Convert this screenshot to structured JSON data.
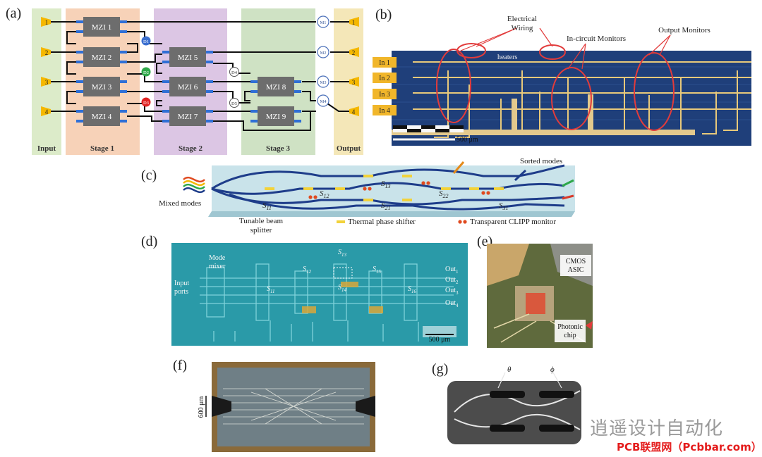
{
  "panels": {
    "a": {
      "label": "(a)",
      "columns": [
        "Input",
        "Stage 1",
        "Stage 2",
        "Stage 3",
        "Output"
      ],
      "inputs": [
        "1",
        "2",
        "3",
        "4"
      ],
      "outputs": [
        "1",
        "2",
        "3",
        "4"
      ],
      "mzis": [
        "MZI 1",
        "MZI 2",
        "MZI 3",
        "MZI 4",
        "MZI 5",
        "MZI 6",
        "MZI 7",
        "MZI 8",
        "MZI 9"
      ],
      "detectors": [
        "D1",
        "D2",
        "D3",
        "D4",
        "D5"
      ],
      "monitors": [
        "M1",
        "M2",
        "M3",
        "M4"
      ],
      "colors": {
        "input_bg": "#dcebc9",
        "stage1_bg": "#f7d2b8",
        "stage2_bg": "#dcc6e4",
        "stage3_bg": "#cfe2c4",
        "output_bg": "#f4e7b8",
        "mzi": "#6d6d6d",
        "arrow": "#f5b800",
        "d1": "#3a6fd0",
        "d2": "#2ea84a",
        "d3": "#e02424"
      }
    },
    "b": {
      "label": "(b)",
      "inputs": [
        "In 1",
        "In 2",
        "In 3",
        "In 4"
      ],
      "annotations": [
        "Electrical",
        "Wiring",
        "heaters",
        "In-circuit Monitors",
        "Output Monitors"
      ],
      "scale": "500 μm",
      "colors": {
        "chip": "#1f3f7a",
        "input_tab": "#f1b62a",
        "circle": "#e23b3b"
      }
    },
    "c": {
      "label": "(c)",
      "mixed": "Mixed modes",
      "sorted": "Sorted modes",
      "splitter": [
        "Tunable beam",
        "splitter"
      ],
      "legend_phase": "Thermal phase shifter",
      "legend_monitor": "Transparent CLIPP monitor",
      "s_labels": [
        {
          "t": "S",
          "s": "11"
        },
        {
          "t": "S",
          "s": "12"
        },
        {
          "t": "S",
          "s": "13"
        },
        {
          "t": "S",
          "s": "21"
        },
        {
          "t": "S",
          "s": "22"
        },
        {
          "t": "S",
          "s": "31"
        }
      ]
    },
    "d": {
      "label": "(d)",
      "mode_mixer": [
        "Mode",
        "mixer"
      ],
      "input_ports": [
        "Input",
        "ports"
      ],
      "s_labels": [
        {
          "t": "S",
          "s": "11"
        },
        {
          "t": "S",
          "s": "12"
        },
        {
          "t": "S",
          "s": "13"
        },
        {
          "t": "S",
          "s": "14"
        },
        {
          "t": "S",
          "s": "15"
        },
        {
          "t": "S",
          "s": "16"
        }
      ],
      "outs": [
        {
          "t": "Out",
          "s": "1"
        },
        {
          "t": "Out",
          "s": "2"
        },
        {
          "t": "Out",
          "s": "3"
        },
        {
          "t": "Out",
          "s": "4"
        }
      ],
      "scale": "500 μm"
    },
    "e": {
      "label": "(e)",
      "asic": [
        "CMOS",
        "ASIC"
      ],
      "chip": [
        "Photonic",
        "chip"
      ]
    },
    "f": {
      "label": "(f)",
      "scale": "600 μm"
    },
    "g": {
      "label": "(g)",
      "theta": "θ",
      "phi": "ϕ"
    }
  },
  "watermark": {
    "text": "逍遥设计自动化",
    "source": "PCB联盟网（Pcbbar.com）"
  }
}
